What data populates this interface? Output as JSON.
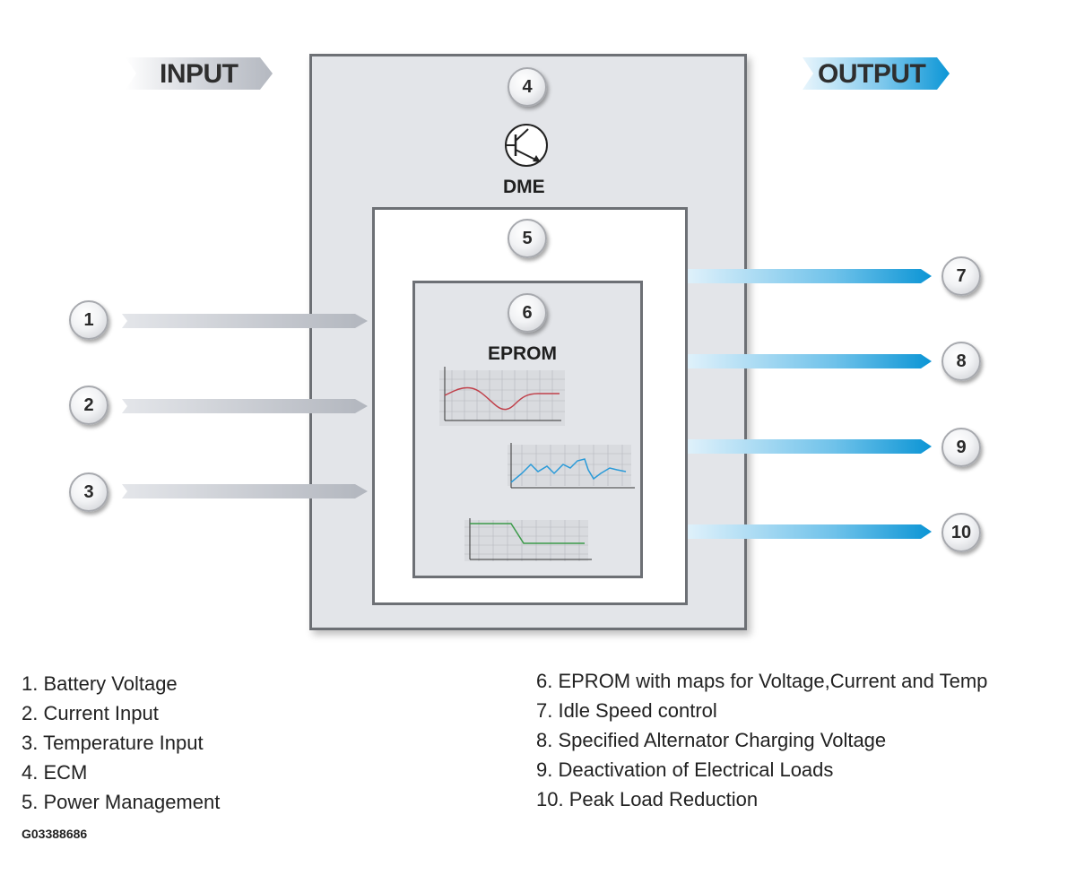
{
  "banners": {
    "input": "INPUT",
    "output": "OUTPUT"
  },
  "blocks": {
    "dme": {
      "number": "4",
      "label": "DME"
    },
    "power_management": {
      "number": "5"
    },
    "eprom": {
      "number": "6",
      "label": "EPROM"
    }
  },
  "inputs": [
    "1",
    "2",
    "3"
  ],
  "outputs": [
    "7",
    "8",
    "9",
    "10"
  ],
  "legend_left": [
    "1. Battery Voltage",
    "2. Current Input",
    "3. Temperature Input",
    "4. ECM",
    "5. Power Management"
  ],
  "legend_right": [
    "6. EPROM with maps for Voltage,Current and Temp",
    "7. Idle Speed control",
    "8. Specified Alternator Charging Voltage",
    "9. Deactivation of Electrical Loads",
    "10. Peak Load Reduction"
  ],
  "figure_code": "G03388686",
  "colors": {
    "input_arrow": "#bfc3cb",
    "output_arrow": "#1aa3dc",
    "map1_curve": "#c0404a",
    "map2_curve": "#2a9ad8",
    "map3_curve": "#3a9a48"
  }
}
